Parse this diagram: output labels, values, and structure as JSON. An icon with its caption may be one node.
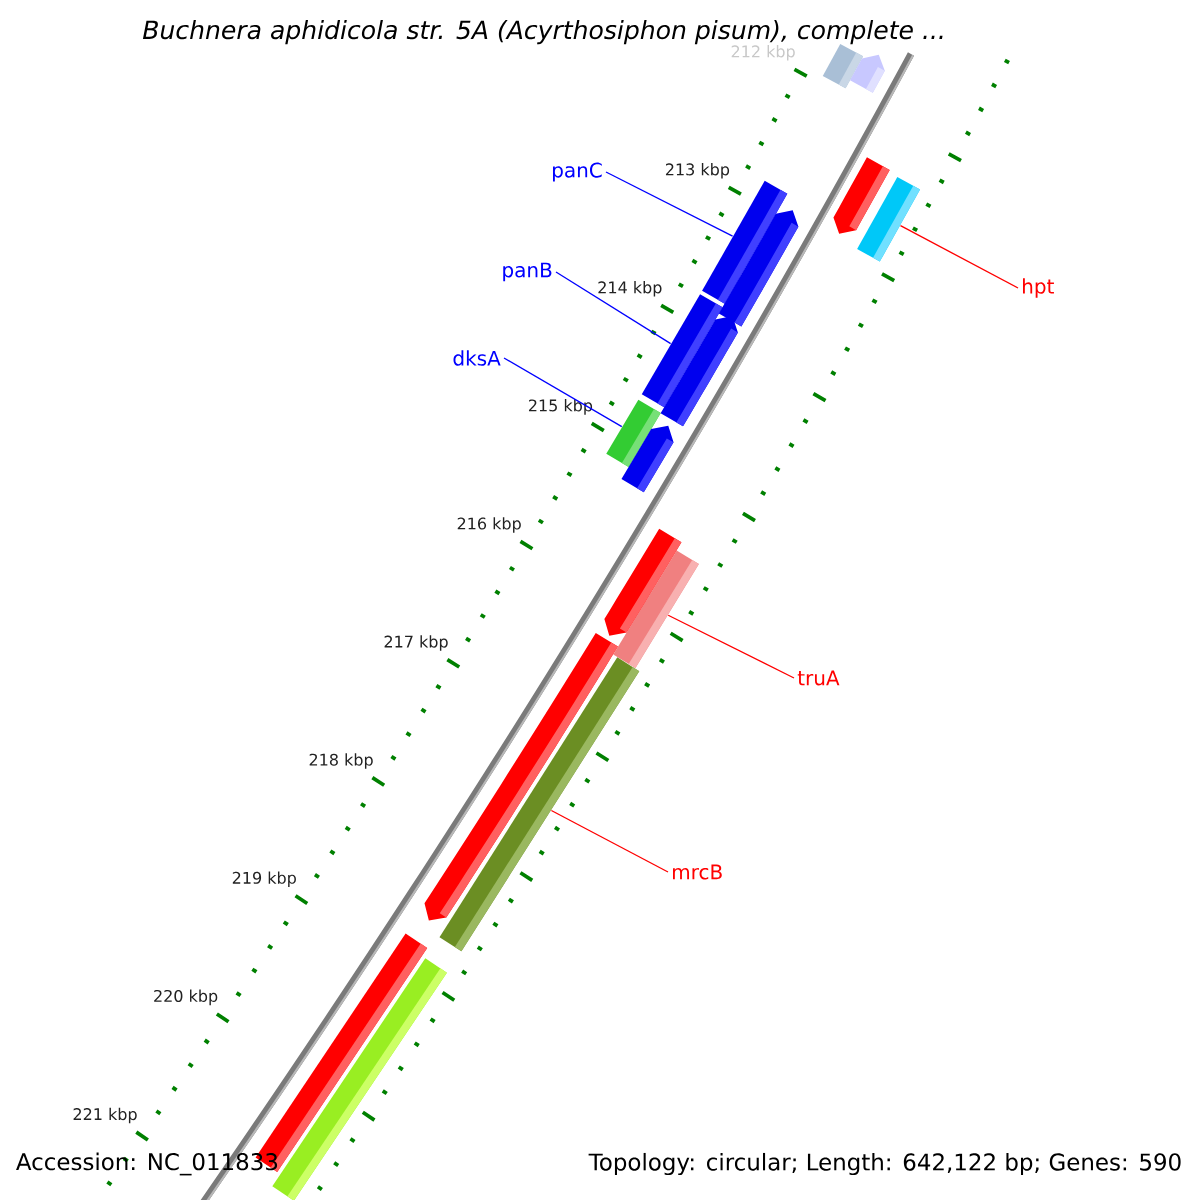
{
  "diagram": {
    "title": "Buchnera aphidicola str. 5A (Acyrthosiphon pisum), complete ...",
    "nodes": [
      {
        "text": [
          "panC"
        ]
      },
      {
        "text": [],
        "shape": "bar"
      },
      {
        "text": [
          "panB"
        ]
      },
      {
        "text": [],
        "shape": "bar"
      },
      {
        "text": [
          "dksA"
        ]
      },
      {
        "text": [],
        "shape": "bar"
      },
      {
        "text": [
          "hpt"
        ]
      },
      {
        "text": [],
        "shape": "bar"
      },
      {
        "text": [
          "truA"
        ]
      },
      {
        "text": [],
        "shape": "bar"
      },
      {
        "text": [
          "mrcB"
        ]
      },
      {
        "text": [],
        "shape": "bar"
      },
      {
        "text": [],
        "shape": "bar"
      },
      {
        "text": [],
        "shape": "arrow"
      },
      {
        "text": [],
        "shape": "arrow"
      },
      {
        "text": [],
        "shape": "arrow"
      },
      {
        "text": [],
        "shape": "arrow"
      },
      {
        "text": [],
        "shape": "arrow"
      },
      {
        "text": [],
        "shape": "arrow"
      },
      {
        "text": [],
        "shape": "arrow"
      },
      {
        "text": [],
        "shape": "bar"
      },
      {
        "text": [],
        "shape": "bar"
      }
    ],
    "edges": [
      {
        "from": 0,
        "to": 1,
        "arrow": "none",
        "color": "#0000ff"
      },
      {
        "from": 2,
        "to": 3,
        "arrow": "none",
        "color": "#0000ff"
      },
      {
        "from": 4,
        "to": 5,
        "arrow": "none",
        "color": "#0000ff"
      },
      {
        "from": 6,
        "to": 7,
        "arrow": "none",
        "color": "#ff0000"
      },
      {
        "from": 8,
        "to": 9,
        "arrow": "none",
        "color": "#ff0000"
      },
      {
        "from": 10,
        "to": 11,
        "arrow": "none",
        "color": "#ff0000"
      }
    ],
    "labels": [
      "212 kbp",
      "213 kbp",
      "214 kbp",
      "215 kbp",
      "216 kbp",
      "217 kbp",
      "218 kbp",
      "219 kbp",
      "220 kbp",
      "221 kbp",
      "Accession: NC_011833",
      "Topology: circular; Length: 642,122 bp; Genes: 590"
    ]
  }
}
